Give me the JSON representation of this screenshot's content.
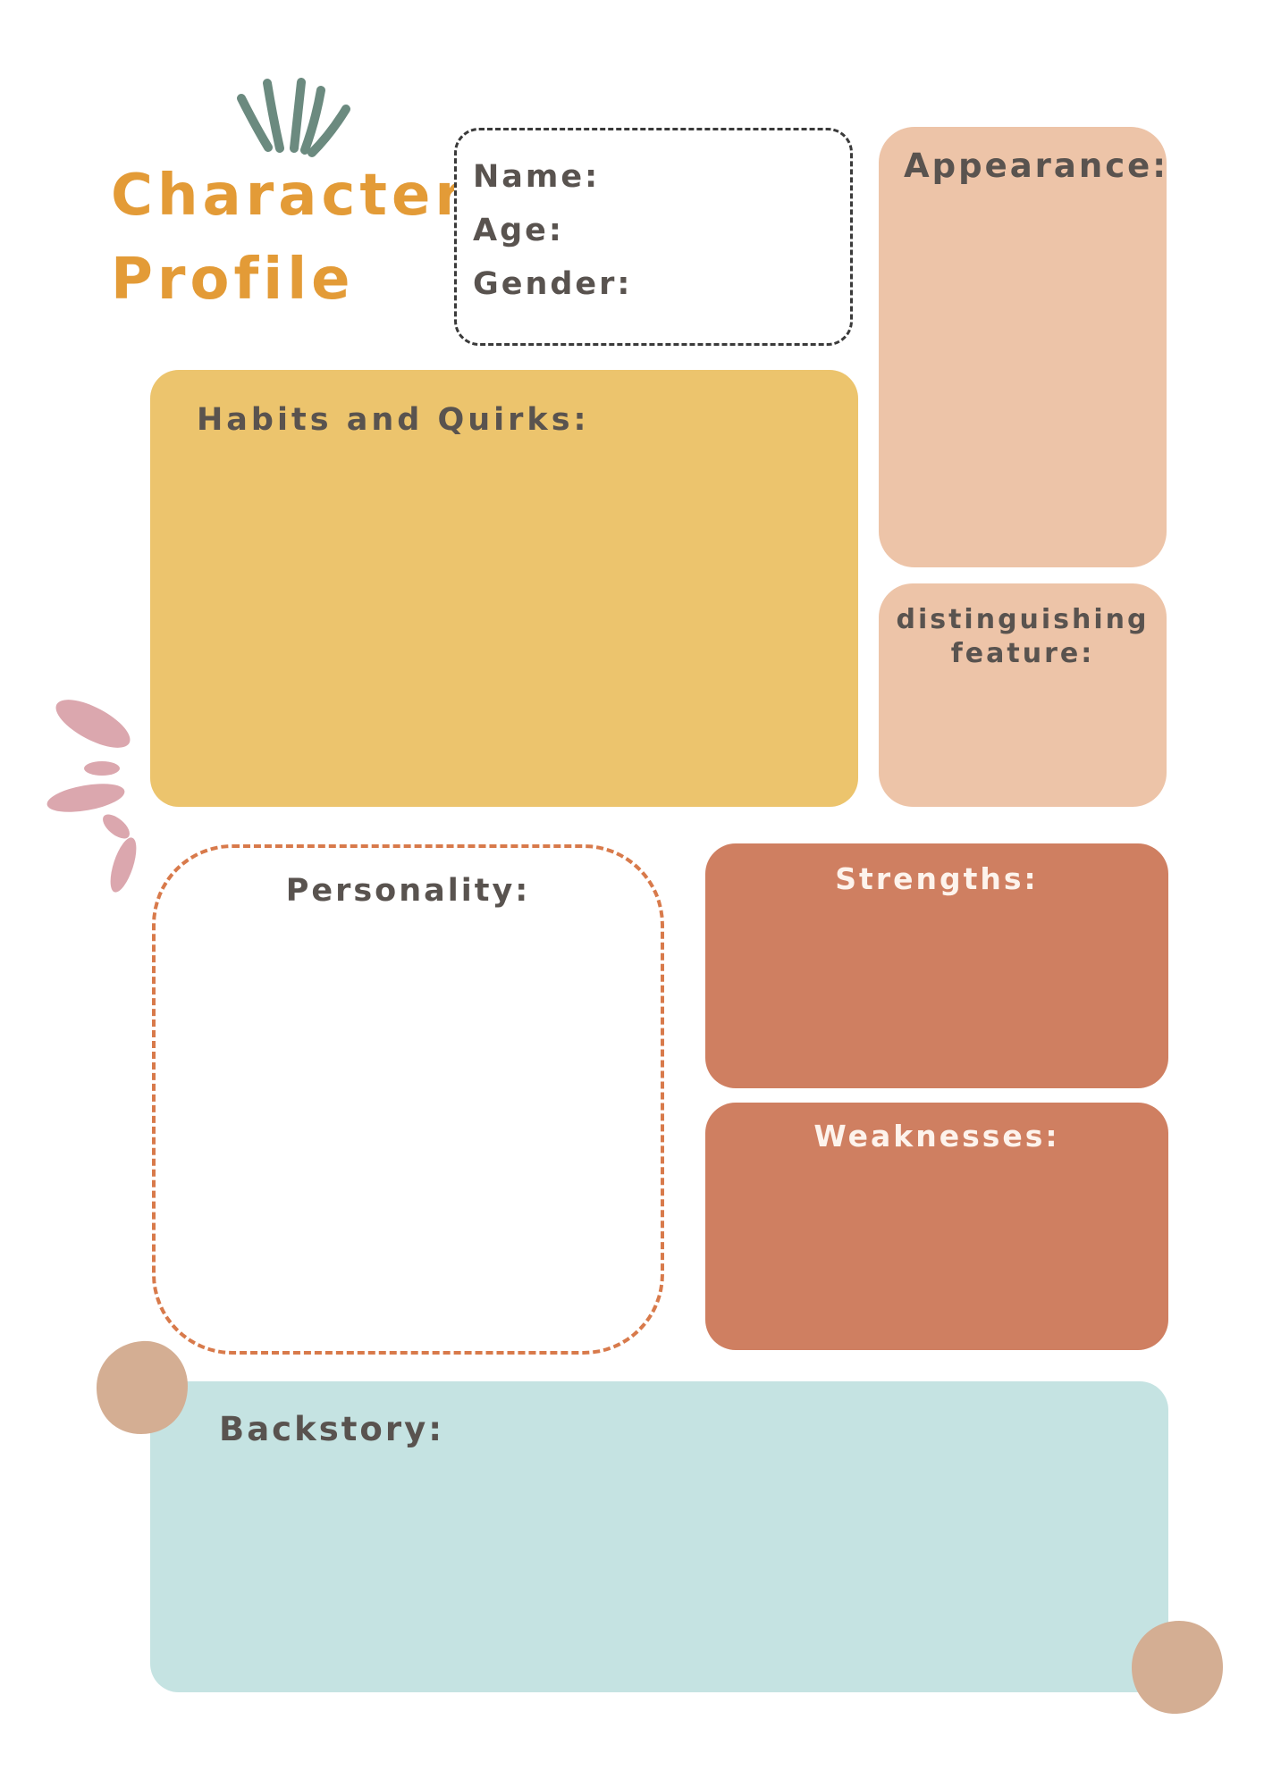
{
  "title": {
    "line1": "Character",
    "line2": "Profile"
  },
  "identity": {
    "name_label": "Name:",
    "age_label": "Age:",
    "gender_label": "Gender:"
  },
  "sections": {
    "appearance": "Appearance:",
    "distinguishing_feature": "distinguishing feature:",
    "habits_and_quirks": "Habits and Quirks:",
    "personality": "Personality:",
    "strengths": "Strengths:",
    "weaknesses": "Weaknesses:",
    "backstory": "Backstory:"
  },
  "colors": {
    "title": "#e39b37",
    "habits_box": "#ecc46d",
    "appearance_box": "#edc4a8",
    "strengths_box": "#cf7f61",
    "backstory_box": "#c5e3e2",
    "personality_border": "#d87a4b",
    "leaf_decoration": "#6b8a7f",
    "pink_decoration": "#dba7ae",
    "dot_decoration": "#d4ae93"
  },
  "decorations": [
    "leaf-sprig-icon",
    "pink-burst-icon",
    "tan-dot-icon"
  ]
}
